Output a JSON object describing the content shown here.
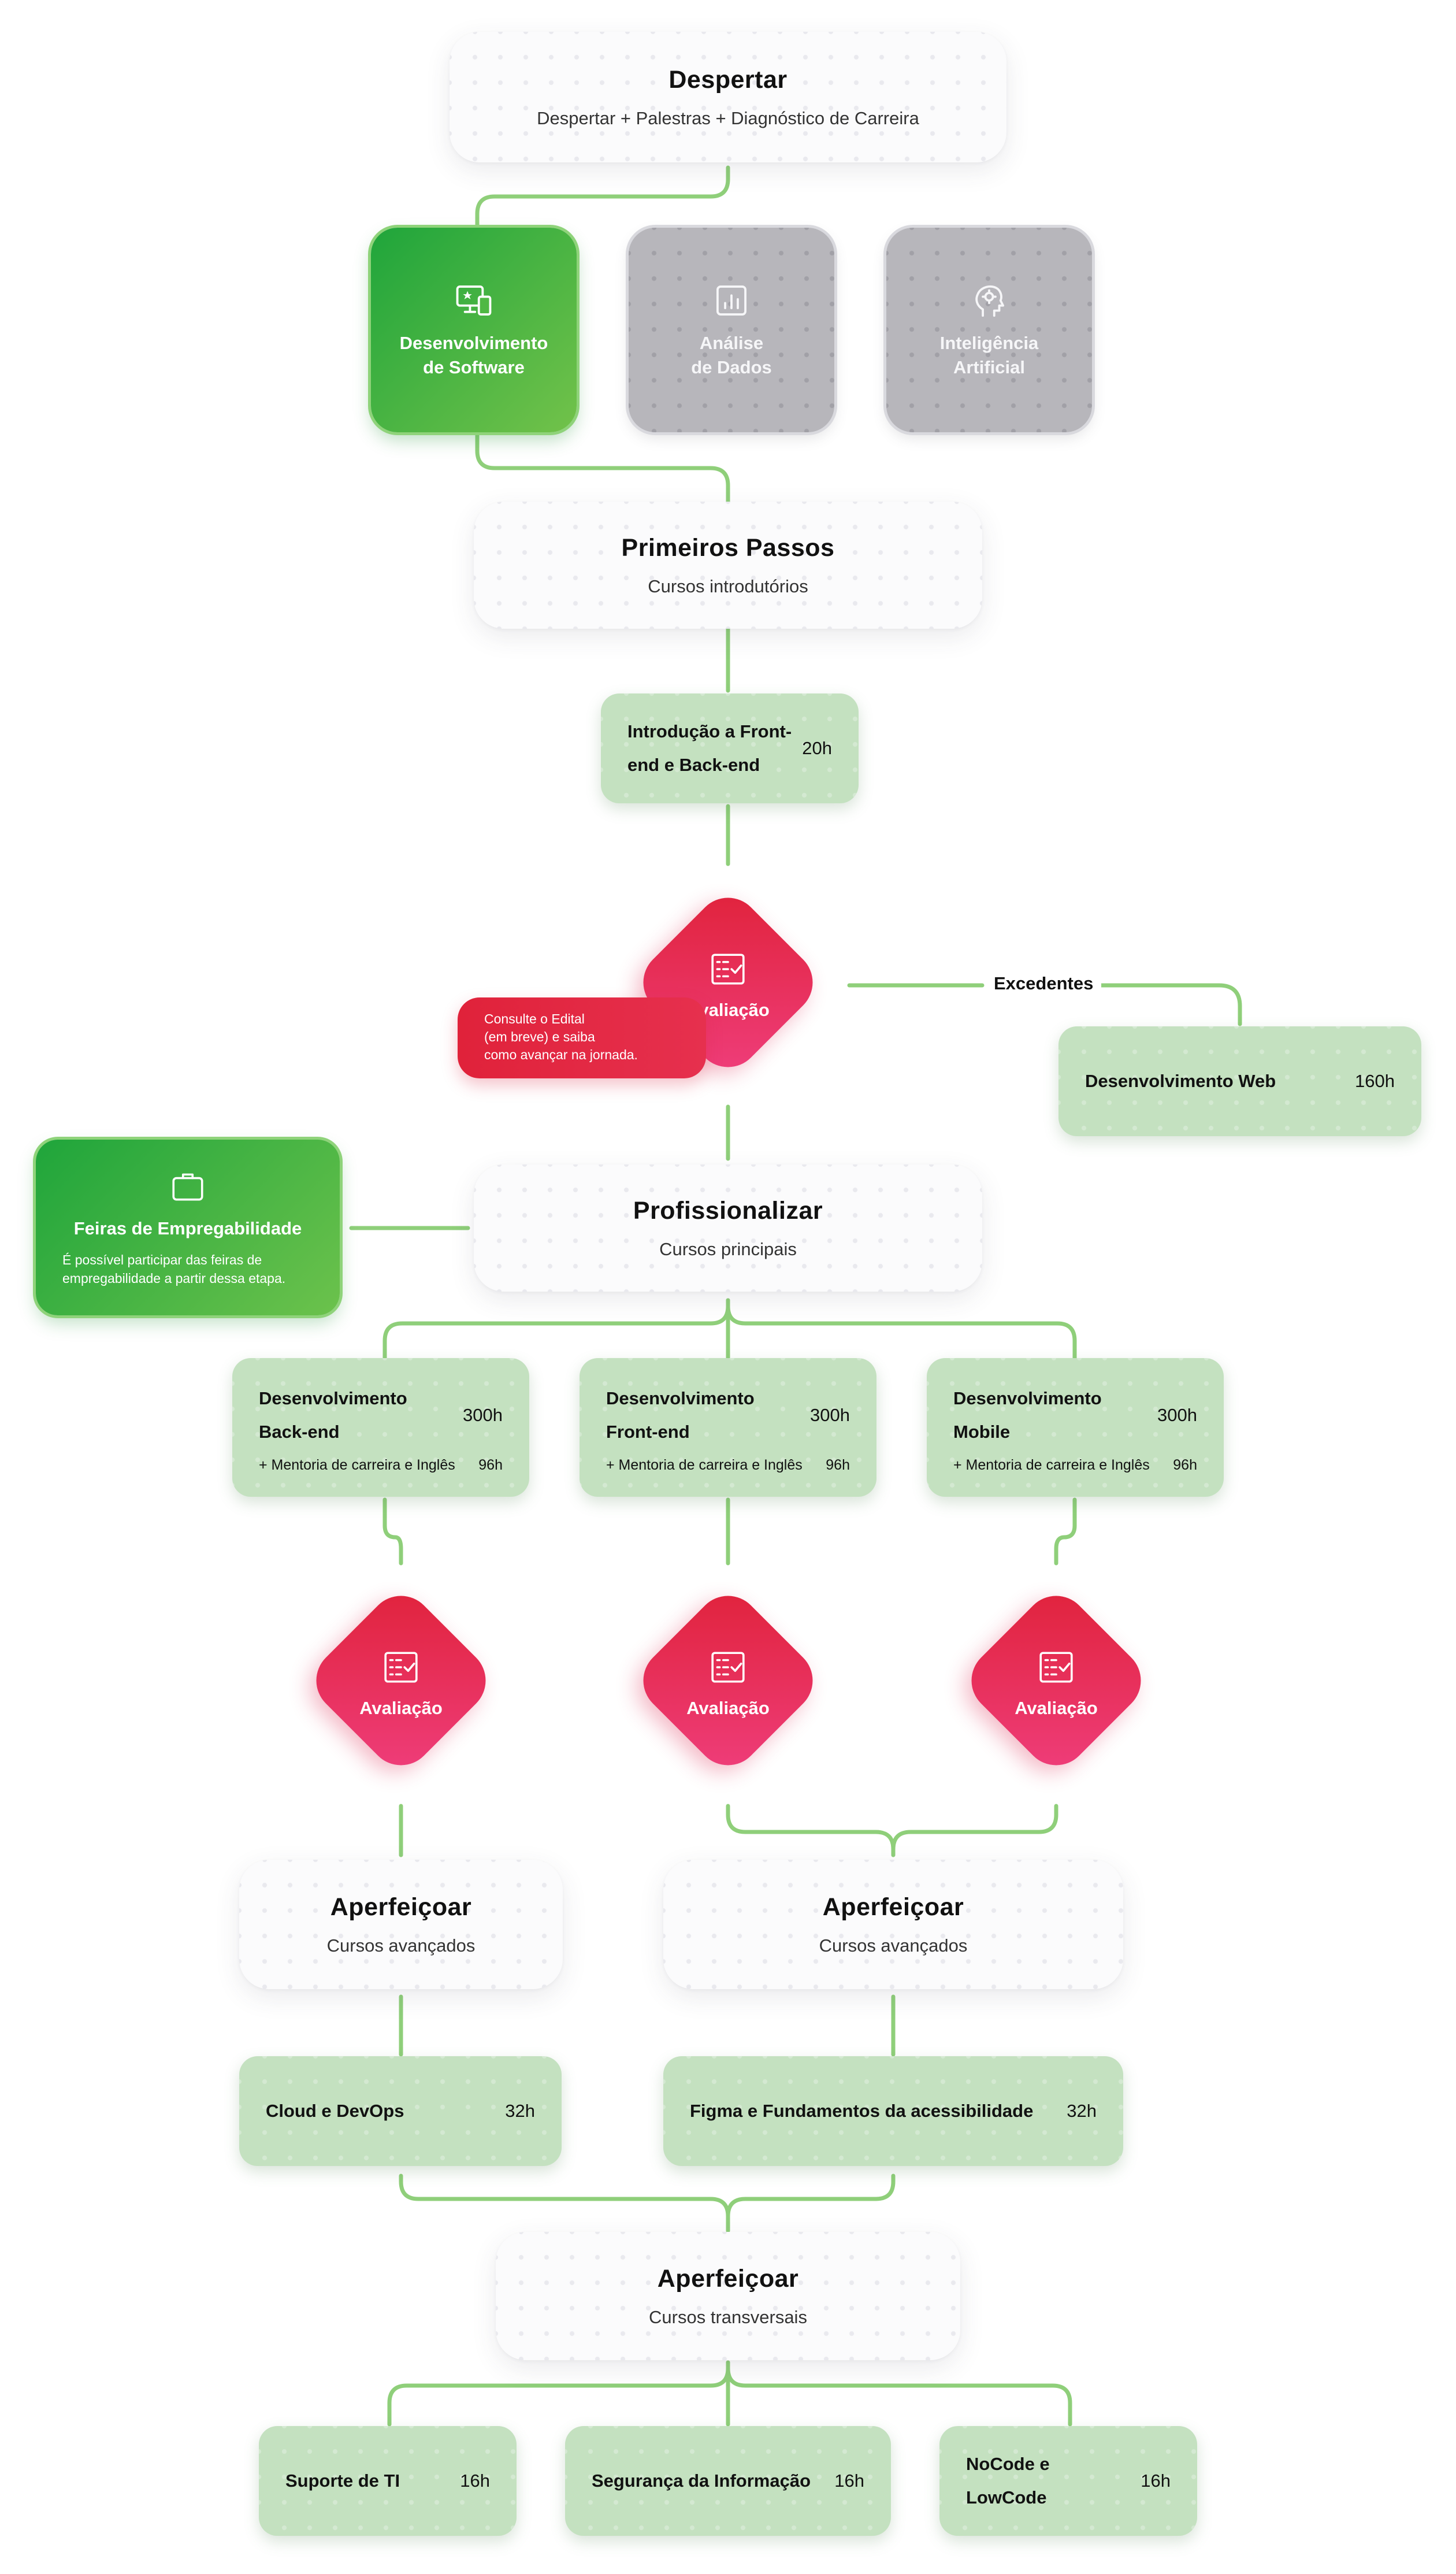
{
  "stages": {
    "despertar": {
      "title": "Despertar",
      "subtitle": "Despertar + Palestras + Diagnóstico de Carreira"
    },
    "primeiros": {
      "title": "Primeiros Passos",
      "subtitle": "Cursos introdutórios"
    },
    "profissionalizar": {
      "title": "Profissionalizar",
      "subtitle": "Cursos principais"
    },
    "aperf_left": {
      "title": "Aperfeiçoar",
      "subtitle": "Cursos avançados"
    },
    "aperf_right": {
      "title": "Aperfeiçoar",
      "subtitle": "Cursos avançados"
    },
    "aperf_transv": {
      "title": "Aperfeiçoar",
      "subtitle": "Cursos transversais"
    }
  },
  "tracks": [
    {
      "line1": "Desenvolvimento",
      "line2": "de Software",
      "icon": "devices-icon",
      "active": true
    },
    {
      "line1": "Análise",
      "line2": "de Dados",
      "icon": "chart-icon",
      "active": false
    },
    {
      "line1": "Inteligência",
      "line2": "Artificial",
      "icon": "brain-head-icon",
      "active": false
    }
  ],
  "courses": {
    "intro": {
      "line1": "Introdução a Front-",
      "line2": "end e Back-end",
      "hours": "20h"
    },
    "web": {
      "name": "Desenvolvimento Web",
      "hours": "160h"
    },
    "backend": {
      "line1": "Desenvolvimento",
      "line2": "Back-end",
      "hours": "300h",
      "extra": "+ Mentoria de carreira e Inglês",
      "extra_hours": "96h"
    },
    "frontend": {
      "line1": "Desenvolvimento",
      "line2": "Front-end",
      "hours": "300h",
      "extra": "+ Mentoria de carreira e Inglês",
      "extra_hours": "96h"
    },
    "mobile": {
      "line1": "Desenvolvimento",
      "line2": "Mobile",
      "hours": "300h",
      "extra": "+ Mentoria de carreira e Inglês",
      "extra_hours": "96h"
    },
    "cloud": {
      "name": "Cloud e DevOps",
      "hours": "32h"
    },
    "figma": {
      "name": "Figma e Fundamentos da acessibilidade",
      "hours": "32h"
    },
    "suporte": {
      "name": "Suporte de TI",
      "hours": "16h"
    },
    "seguranca": {
      "name": "Segurança da Informação",
      "hours": "16h"
    },
    "nocode": {
      "name": "NoCode e LowCode",
      "hours": "16h"
    }
  },
  "evaluation": {
    "label": "Avaliação",
    "icon": "checklist-icon"
  },
  "note": {
    "line1": "Consulte o Edital",
    "line2": "(em breve) e saiba",
    "line3": "como avançar na jornada."
  },
  "excedentes": "Excedentes",
  "fair": {
    "title": "Feiras de Empregabilidade",
    "line1": "É possível participar das feiras de",
    "line2": "empregabilidade a partir dessa etapa.",
    "icon": "briefcase-icon"
  },
  "colors": {
    "connector": "#8fcf7a",
    "green": "#2aa53d",
    "red": "#e0223a",
    "pink": "#ef3e7c",
    "course": "#c4e1c0",
    "inactive": "#b7b6bb"
  }
}
